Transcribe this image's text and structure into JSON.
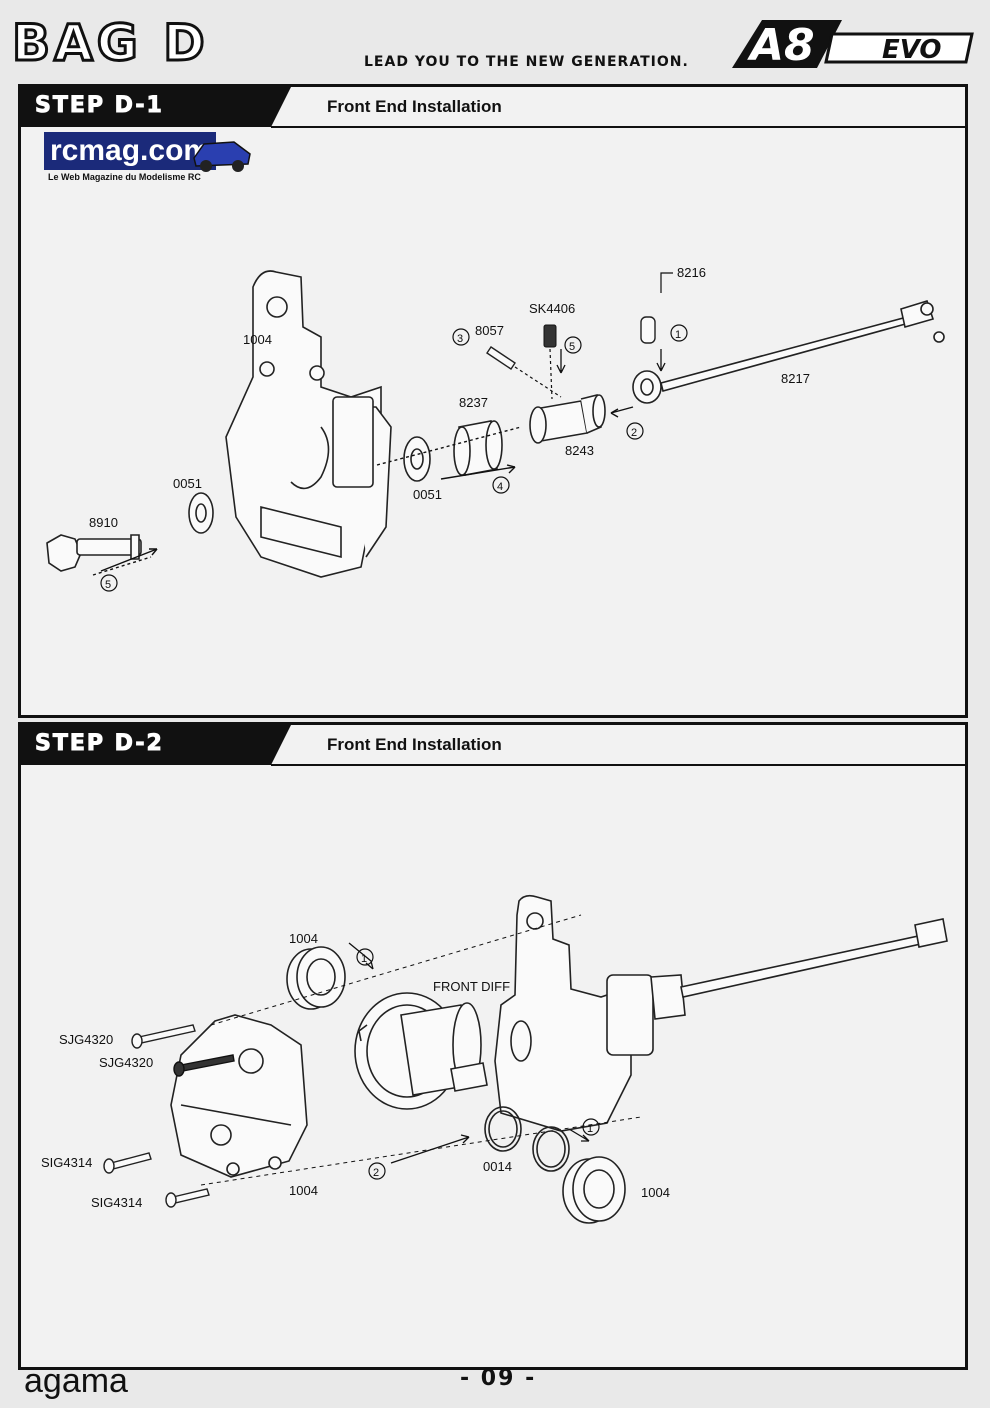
{
  "header": {
    "bag_title": "BAG D",
    "tagline": "LEAD YOU TO THE NEW GENERATION.",
    "logo_text": "A8",
    "logo_suffix": "EVO"
  },
  "watermark": {
    "site": "rcmag.com",
    "subtitle": "Le Web Magazine du Modelisme RC"
  },
  "step1": {
    "label": "STEP D-1",
    "title": "Front End Installation",
    "parts": {
      "p1004": "1004",
      "p0051a": "0051",
      "p0051b": "0051",
      "p8910": "8910",
      "p8237": "8237",
      "p8057": "8057",
      "pSK4406": "SK4406",
      "p8243": "8243",
      "p8216": "8216",
      "p8217": "8217"
    },
    "steps": {
      "s1": "1",
      "s2": "2",
      "s3": "3",
      "s4": "4",
      "s5a": "5",
      "s5b": "5"
    }
  },
  "step2": {
    "label": "STEP D-2",
    "title": "Front End Installation",
    "parts": {
      "p1004a": "1004",
      "p1004b": "1004",
      "p1004c": "1004",
      "front_diff": "FRONT DIFF",
      "sjg1": "SJG4320",
      "sjg2": "SJG4320",
      "sig1": "SIG4314",
      "sig2": "SIG4314",
      "p0014": "0014"
    },
    "steps": {
      "s1a": "1",
      "s1b": "1",
      "s2": "2"
    }
  },
  "footer": {
    "brand": "agama",
    "page": "- 09 -"
  }
}
